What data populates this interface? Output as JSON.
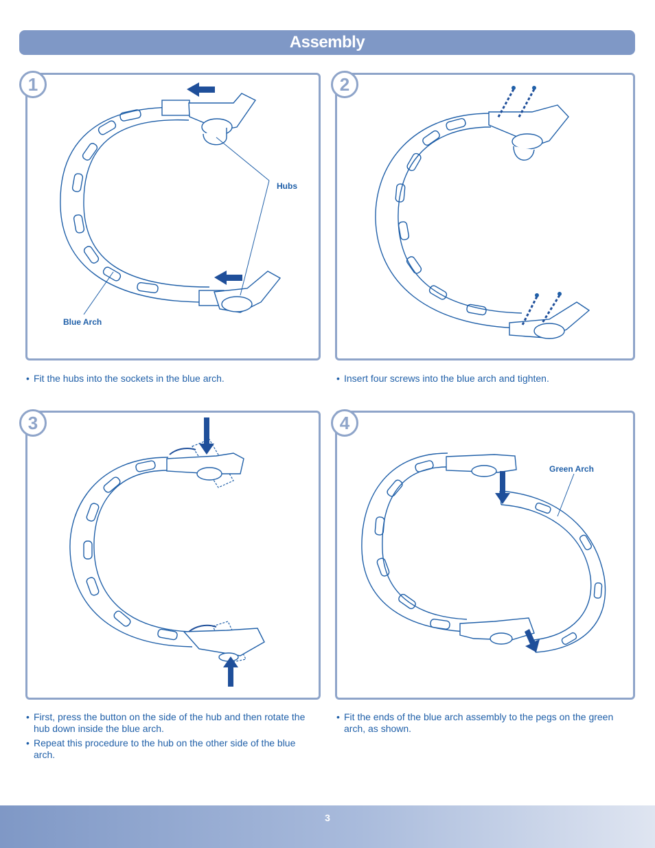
{
  "header": {
    "title": "Assembly"
  },
  "steps": [
    {
      "number": "1",
      "callouts": {
        "hubs": "Hubs",
        "blue_arch": "Blue Arch"
      },
      "bullets": [
        "Fit the hubs into the sockets in the blue arch."
      ]
    },
    {
      "number": "2",
      "bullets": [
        "Insert four screws into the blue arch and tighten."
      ]
    },
    {
      "number": "3",
      "bullets": [
        "First, press the button on the side of the hub and then rotate the hub down inside the blue arch.",
        "Repeat this procedure to the hub on the other side of the blue arch."
      ]
    },
    {
      "number": "4",
      "callouts": {
        "green_arch": "Green Arch"
      },
      "bullets": [
        "Fit the ends of the blue arch assembly to the pegs on the green arch, as shown."
      ]
    }
  ],
  "footer": {
    "page_number": "3"
  },
  "colors": {
    "line": "#1f5fa8",
    "frame": "#8ea4c9",
    "arrow": "#1f4f9a",
    "header": "#7f98c6"
  }
}
